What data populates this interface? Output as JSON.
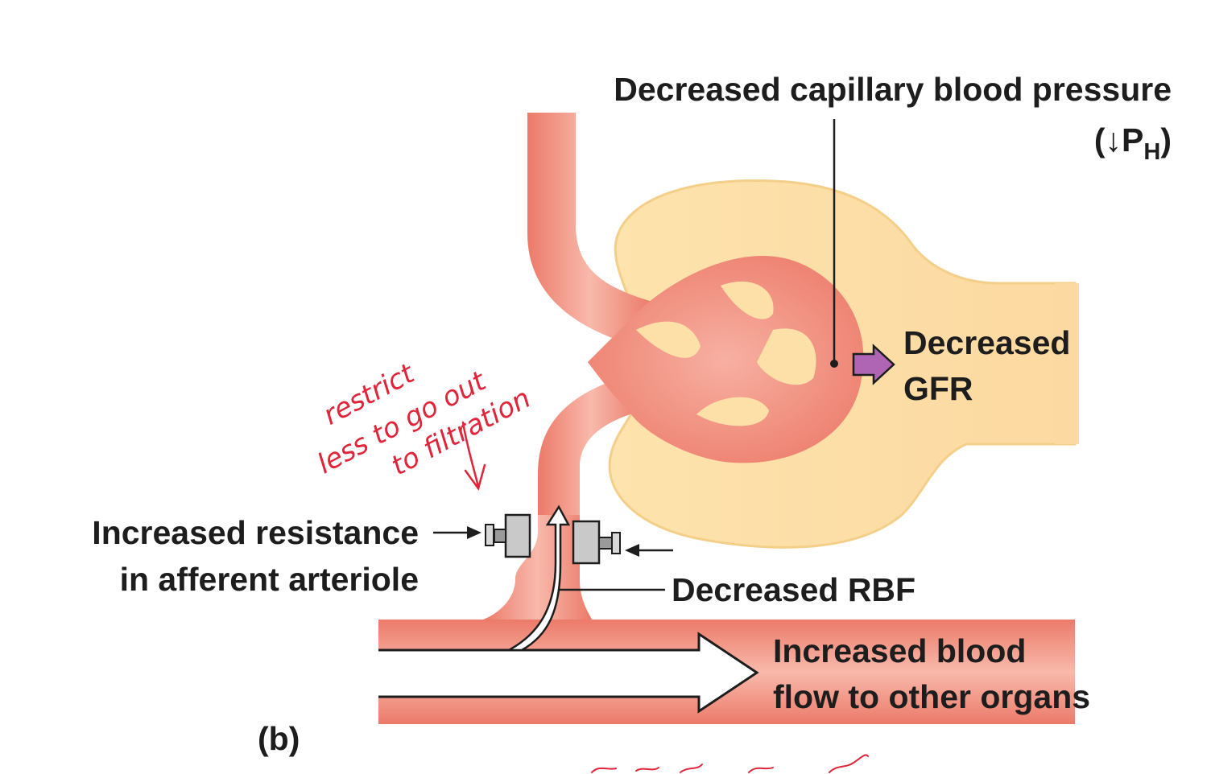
{
  "labels": {
    "capillary_pressure_line1": "Decreased capillary blood pressure",
    "capillary_pressure_symbol_open": "(",
    "capillary_pressure_arrow": "↓",
    "capillary_pressure_P": "P",
    "capillary_pressure_sub": "H",
    "capillary_pressure_close": ")",
    "gfr_line1": "Decreased",
    "gfr_line2": "GFR",
    "resistance_line1": "Increased resistance",
    "resistance_line2": "in afferent arteriole",
    "rbf": "Decreased RBF",
    "flow_line1": "Increased blood",
    "flow_line2": "flow to other organs",
    "panel": "(b)"
  },
  "handwriting": {
    "line1": "restrict",
    "line2": "less to go out",
    "line3": "to filtration"
  },
  "colors": {
    "vessel": "#f08877",
    "vessel_light": "#f7b7a9",
    "capsule": "#fde0a8",
    "capsule_edge": "#f3cf8a",
    "gfr_arrow": "#b064b4",
    "ink": "#e0243a"
  }
}
